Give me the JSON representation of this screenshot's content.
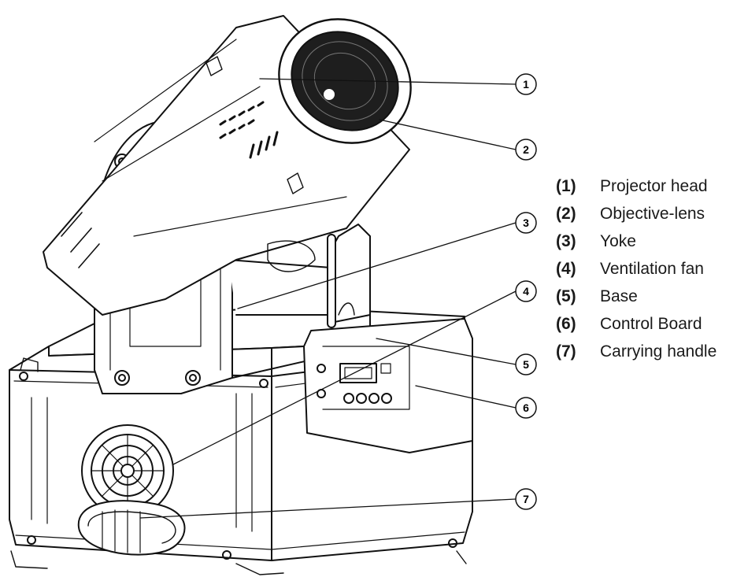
{
  "callouts": [
    "1",
    "2",
    "3",
    "4",
    "5",
    "6",
    "7"
  ],
  "legend": [
    {
      "num": "(1)",
      "label": "Projector head"
    },
    {
      "num": "(2)",
      "label": "Objective-lens"
    },
    {
      "num": "(3)",
      "label": "Yoke"
    },
    {
      "num": "(4)",
      "label": "Ventilation fan"
    },
    {
      "num": "(5)",
      "label": "Base"
    },
    {
      "num": "(6)",
      "label": "Control Board"
    },
    {
      "num": "(7)",
      "label": "Carrying handle"
    }
  ]
}
